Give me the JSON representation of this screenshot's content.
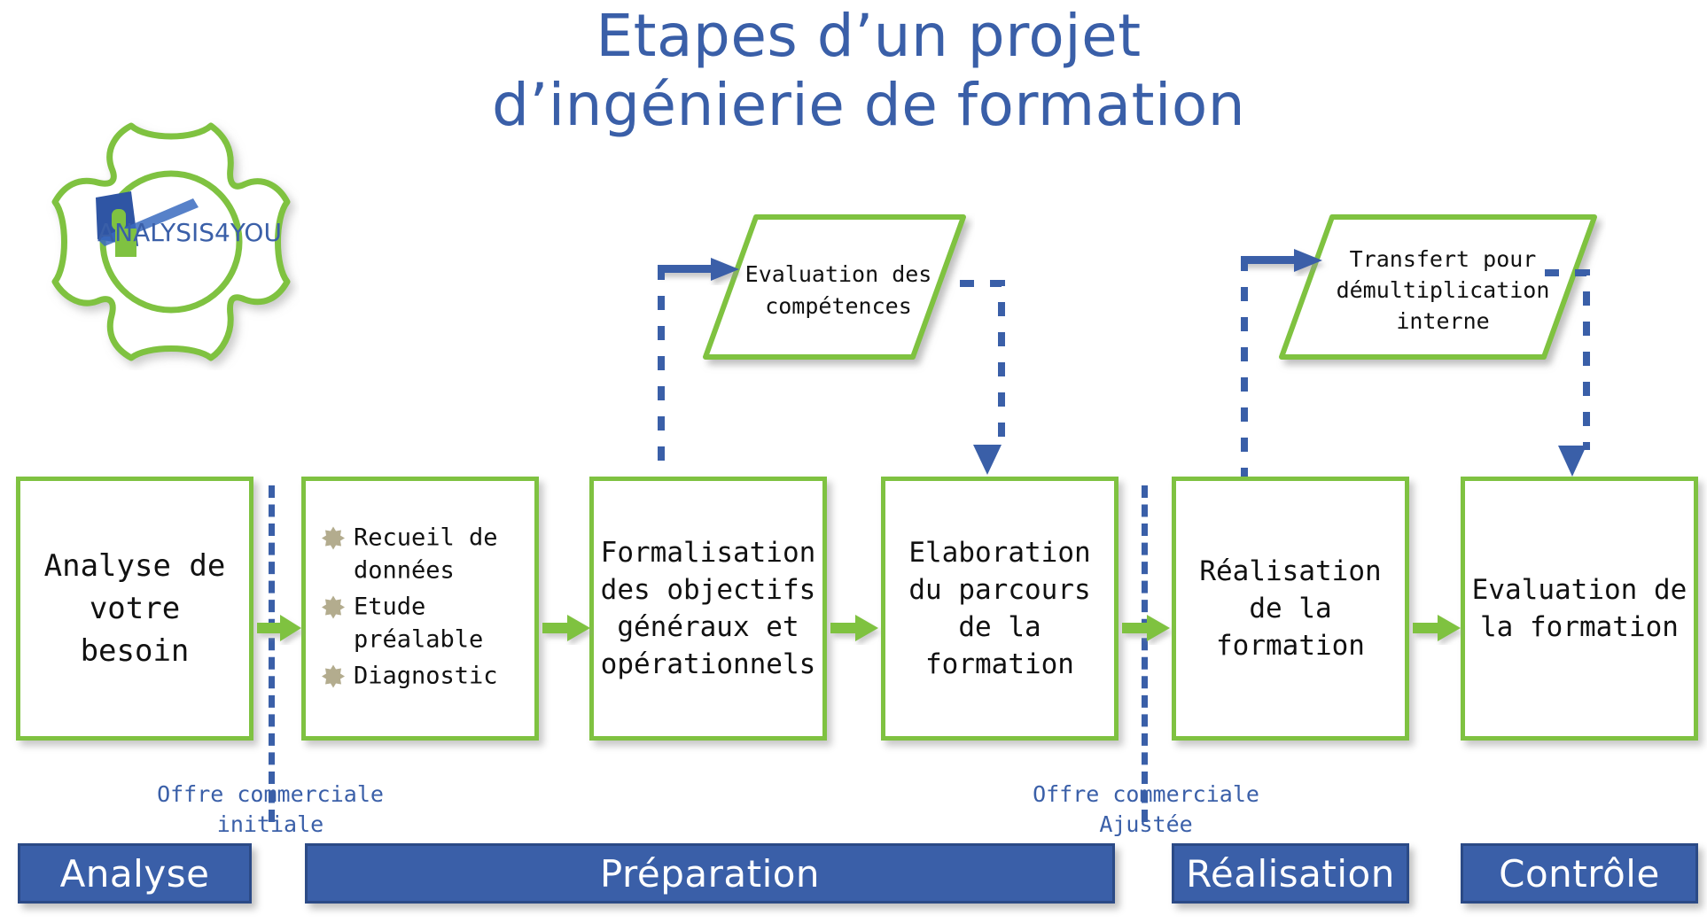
{
  "title": "Etapes d’un projet\nd’ingénierie de formation",
  "colors": {
    "green": "#7FC241",
    "blue": "#3A5FA8",
    "blue_dark": "#2B4A86",
    "bullet": "#B3AC8E",
    "text": "#111111",
    "background": "#FFFFFF"
  },
  "logo": {
    "name": "analysis4you-logo",
    "text": "ANALYSIS4YOU"
  },
  "parallelograms": [
    {
      "name": "evaluation-competences",
      "label": "Evaluation des\ncompétences"
    },
    {
      "name": "transfert-demultiplication",
      "label": "Transfert pour\ndémultiplication\ninterne"
    }
  ],
  "process_boxes": [
    {
      "name": "analyse-besoin",
      "label": "Analyse de\nvotre\nbesoin"
    },
    {
      "name": "recueil-etude-diagnostic",
      "label": "",
      "bullets": [
        "Recueil de\ndonnées",
        "Etude\npréalable",
        "Diagnostic"
      ]
    },
    {
      "name": "formalisation-objectifs",
      "label": "Formalisation\ndes objectifs\ngénéraux et\nopérationnels"
    },
    {
      "name": "elaboration-parcours",
      "label": "Elaboration\ndu parcours\nde la\nformation"
    },
    {
      "name": "realisation-formation",
      "label": "Réalisation\nde la\nformation"
    },
    {
      "name": "evaluation-formation",
      "label": "Evaluation de\nla formation"
    }
  ],
  "captions": [
    {
      "name": "offre-commerciale-initiale",
      "label": "Offre commerciale\ninitiale"
    },
    {
      "name": "offre-commerciale-ajustee",
      "label": "Offre commerciale\nAjustée"
    }
  ],
  "phases": [
    {
      "name": "phase-analyse",
      "label": "Analyse"
    },
    {
      "name": "phase-preparation",
      "label": "Préparation"
    },
    {
      "name": "phase-realisation",
      "label": "Réalisation"
    },
    {
      "name": "phase-controle",
      "label": "Contrôle"
    }
  ],
  "icons": {
    "bullet": "flower-bullet-icon",
    "arrow_right_green": "arrow-right-green-icon",
    "arrow_right_blue": "arrow-right-blue-icon",
    "arrow_down_blue": "arrow-down-blue-icon"
  }
}
